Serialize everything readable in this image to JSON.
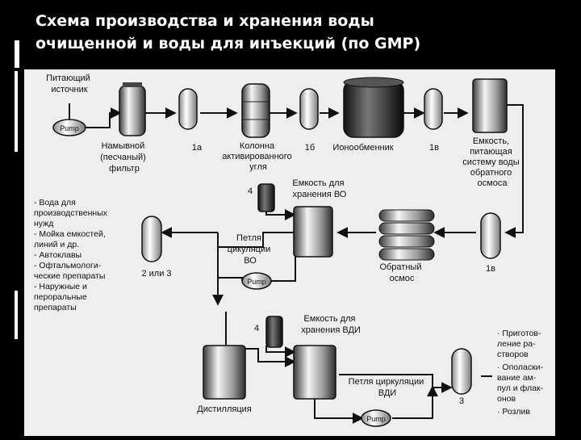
{
  "title": {
    "line1": "Схема производства и хранения воды",
    "line2": "очищенной и воды для инъекций (по GMP)"
  },
  "pump_label": "Pump",
  "diagram": {
    "feed_source": [
      "Питающий",
      "источник"
    ],
    "sand_filter": [
      "Намывной",
      "(песчаный)",
      "фильтр"
    ],
    "tag_1a": "1а",
    "carbon_column": [
      "Колонна",
      "активированного",
      "угля"
    ],
    "tag_1b": "1б",
    "ion_exchanger": "Ионообменник",
    "tag_1v_top": "1в",
    "ro_feed_tank": [
      "Емкость,",
      "питающая",
      "систему воды",
      "обратного",
      "осмоса"
    ],
    "tag_4_top": "4",
    "ro_storage": [
      "Емкость для",
      "хранения ВО"
    ],
    "ro_loop": [
      "Петля",
      "цикуляции",
      "ВО"
    ],
    "tag_2or3": "2 или 3",
    "reverse_osmosis": [
      "Обратный",
      "осмос"
    ],
    "tag_1v_bottom": "1в",
    "uses_left": [
      "- Вода для",
      "производственных",
      "нужд",
      "- Мойка емкостей,",
      "линий и др.",
      "- Автоклавы",
      "- Офтальмологи-",
      "ческие препараты",
      "- Наружные и",
      "пероральные",
      "препараты"
    ],
    "tag_4_bottom": "4",
    "wfi_storage": [
      "Емкость для",
      "хранения ВДИ"
    ],
    "wfi_loop": [
      "Петля циркуляции",
      "ВДИ"
    ],
    "tag_3": "3",
    "distillation": "Дистилляция",
    "uses_right": [
      "· Приготов-",
      "ление ра-",
      "створов",
      "· Ополаски-",
      "вание ам-",
      "пул и флак-",
      "онов",
      "· Розлив"
    ]
  }
}
